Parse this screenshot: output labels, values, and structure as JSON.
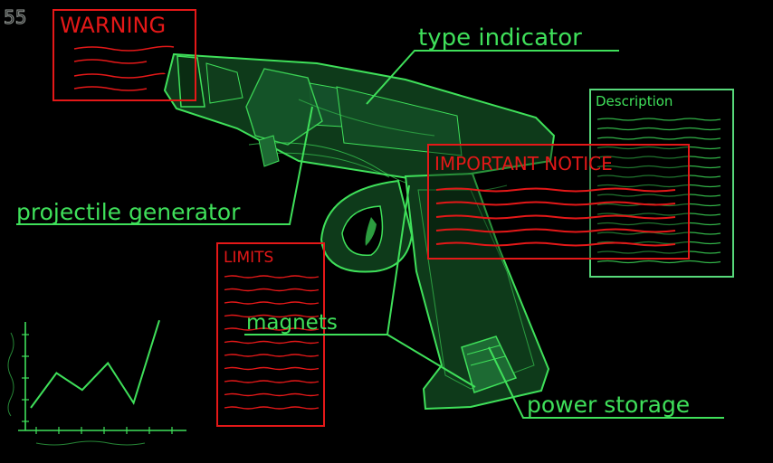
{
  "colors": {
    "background": "#000000",
    "line_green": "#3fe05a",
    "box_green": "#57d97a",
    "alert_red": "#e41818",
    "gun_fill": "#0e3a1a",
    "gun_fill_light": "#1d6a33"
  },
  "signature": "55",
  "warning_box": {
    "title": "WARNING"
  },
  "important_box": {
    "title": "IMPORTANT NOTICE"
  },
  "limits_box": {
    "title": "LIMITS"
  },
  "description_box": {
    "title": "Description"
  },
  "callouts": {
    "type_indicator": "type indicator",
    "projectile_generator": "projectile generator",
    "magnets": "magnets",
    "power_storage": "power storage"
  },
  "graph_data": {
    "type": "line",
    "y": [
      0.1,
      0.45,
      0.28,
      0.55,
      0.15,
      0.98
    ]
  }
}
